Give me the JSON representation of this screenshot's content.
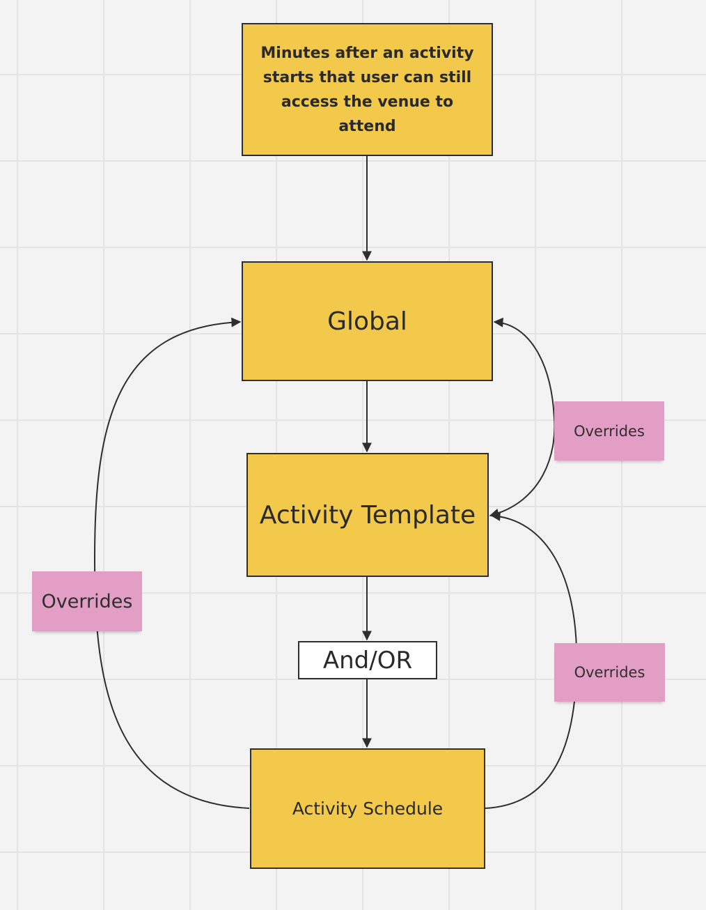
{
  "diagram": {
    "nodes": {
      "top": "Minutes after an activity starts that user can still access the venue to attend",
      "global": "Global",
      "activity_template": "Activity Template",
      "and_or": "And/OR",
      "activity_schedule": "Activity Schedule"
    },
    "notes": {
      "right_top": "Overrides",
      "left": "Overrides",
      "right_bottom": "Overrides"
    },
    "edges": [
      {
        "from": "top",
        "to": "global"
      },
      {
        "from": "global",
        "to": "activity_template"
      },
      {
        "from": "activity_template",
        "to": "and_or"
      },
      {
        "from": "and_or",
        "to": "activity_schedule"
      },
      {
        "from": "activity_template",
        "to": "global",
        "label": "Overrides"
      },
      {
        "from": "activity_schedule",
        "to": "global",
        "label": "Overrides"
      },
      {
        "from": "activity_schedule",
        "to": "activity_template",
        "label": "Overrides"
      }
    ],
    "colors": {
      "box_fill": "#f2c94a",
      "note_fill": "#e29ec4",
      "stroke": "#2e2e2e",
      "background": "#f3f3f3"
    }
  }
}
